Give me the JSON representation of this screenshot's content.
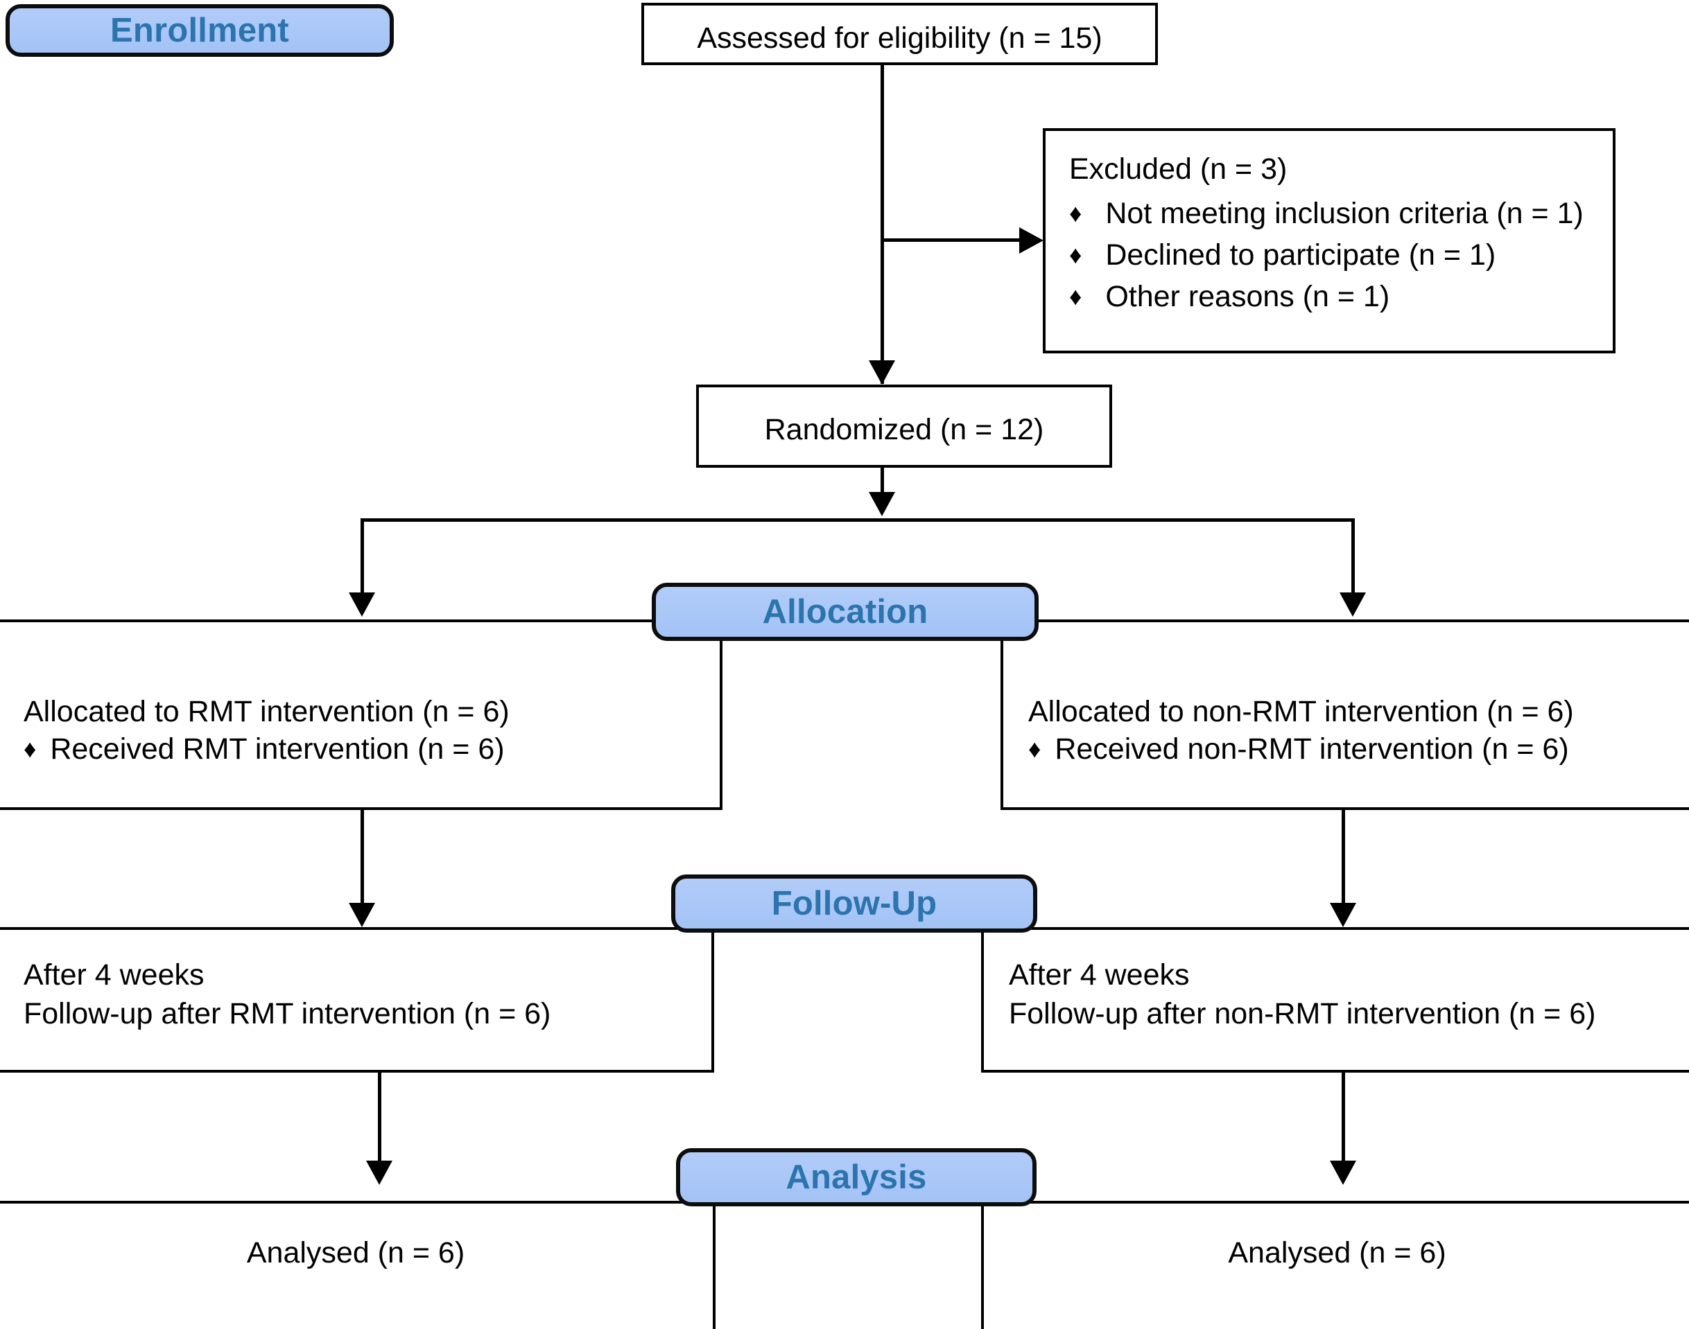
{
  "diagram": {
    "type": "consort-flow-diagram",
    "title": "CONSORT participant flow diagram",
    "colors": {
      "stage_fill": "#a8c6f7",
      "stage_text": "#2b74ad",
      "stage_border": "#0d0d0d",
      "box_border": "#000000",
      "box_fill": "#ffffff",
      "text": "#000000",
      "background": "#ffffff"
    }
  },
  "stages": {
    "enrollment": "Enrollment",
    "allocation": "Allocation",
    "followup": "Follow-Up",
    "analysis": "Analysis"
  },
  "nodes": {
    "assessed": {
      "label": "Assessed for eligibility (n = 15)",
      "n": 15
    },
    "excluded": {
      "heading": "Excluded (n = 3)",
      "n": 3,
      "reasons": [
        {
          "bullet": "♦",
          "label": "Not meeting inclusion criteria (n = 1)",
          "n": 1
        },
        {
          "bullet": "♦",
          "label": "Declined to participate (n = 1)",
          "n": 1
        },
        {
          "bullet": "♦",
          "label": "Other reasons (n = 1)",
          "n": 1
        }
      ]
    },
    "randomized": {
      "label": "Randomized (n = 12)",
      "n": 12
    },
    "allocated_left": {
      "line1": "Allocated to RMT intervention (n = 6)",
      "bullet": "♦",
      "line2": "Received RMT intervention (n = 6)",
      "n": 6
    },
    "allocated_right": {
      "line1": "Allocated to non-RMT intervention (n = 6)",
      "bullet": "♦",
      "line2": "Received non-RMT intervention (n = 6)",
      "n": 6
    },
    "followup_left": {
      "line1": "After 4 weeks",
      "line2": "Follow-up after RMT intervention (n = 6)",
      "n": 6
    },
    "followup_right": {
      "line1": "After 4 weeks",
      "line2": "Follow-up after non-RMT intervention (n = 6)",
      "n": 6
    },
    "analysed_left": {
      "label": "Analysed (n = 6)",
      "n": 6
    },
    "analysed_right": {
      "label": "Analysed (n = 6)",
      "n": 6
    }
  }
}
